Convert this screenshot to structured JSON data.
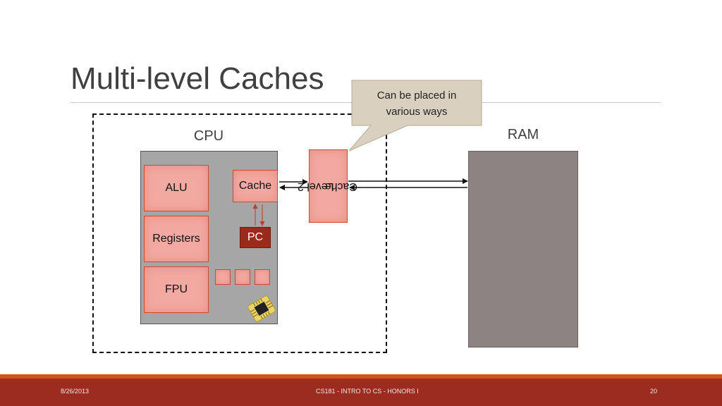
{
  "slide": {
    "title": "Multi-level Caches"
  },
  "callout": {
    "line1": "Can be placed in",
    "line2": "various ways"
  },
  "diagram": {
    "cpu_label": "CPU",
    "ram_label": "RAM",
    "alu": "ALU",
    "registers": "Registers",
    "fpu": "FPU",
    "cache": "Cache",
    "pc": "PC",
    "l2_line1": "Level 2",
    "l2_line2": "Cache",
    "chip_icon": "cpu-chip-icon"
  },
  "colors": {
    "component_fill": "#f2a9a1",
    "component_border": "#d1482e",
    "pc_fill": "#9b2a1a",
    "cpu_die": "#a6a6a6",
    "ram_fill": "#8c8382",
    "callout_fill": "#d9d0c0",
    "footer": "#9c2b20",
    "footer_strip": "#d2551e"
  },
  "footer": {
    "date": "8/26/2013",
    "course": "CS181 - INTRO TO CS - HONORS I",
    "page": "20"
  }
}
